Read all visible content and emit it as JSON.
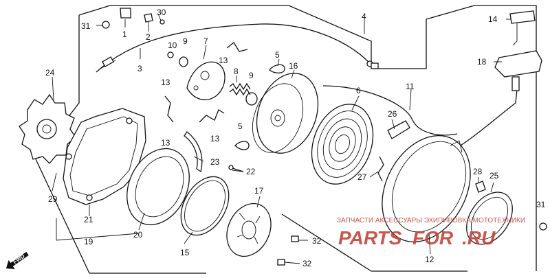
{
  "callouts": {
    "c1": "1",
    "c2": "2",
    "c3": "3",
    "c4": "4",
    "c5a": "5",
    "c5b": "5",
    "c6": "6",
    "c7": "7",
    "c8": "8",
    "c9a": "9",
    "c9b": "9",
    "c10": "10",
    "c11": "11",
    "c12": "12",
    "c13a": "13",
    "c13b": "13",
    "c13c": "13",
    "c13d": "13",
    "c14": "14",
    "c15": "15",
    "c16": "16",
    "c17": "17",
    "c18": "18",
    "c19": "19",
    "c20": "20",
    "c21": "21",
    "c22": "22",
    "c23": "23",
    "c24": "24",
    "c25": "25",
    "c26": "26",
    "c27": "27",
    "c28": "28",
    "c29": "29",
    "c30": "30",
    "c31a": "31",
    "c31b": "31",
    "c32a": "32",
    "c32b": "32"
  },
  "direction_label": "FWD",
  "watermark": {
    "tagline": "ЗАПЧАСТИ АКСЕССУАРЫ ЭКИПИРОВКА МОТОТЕХНИКИ",
    "brand_left": "PARTS",
    "brand_mid": "FOR",
    "brand_right": ".RU",
    "color": "#c0392b"
  }
}
